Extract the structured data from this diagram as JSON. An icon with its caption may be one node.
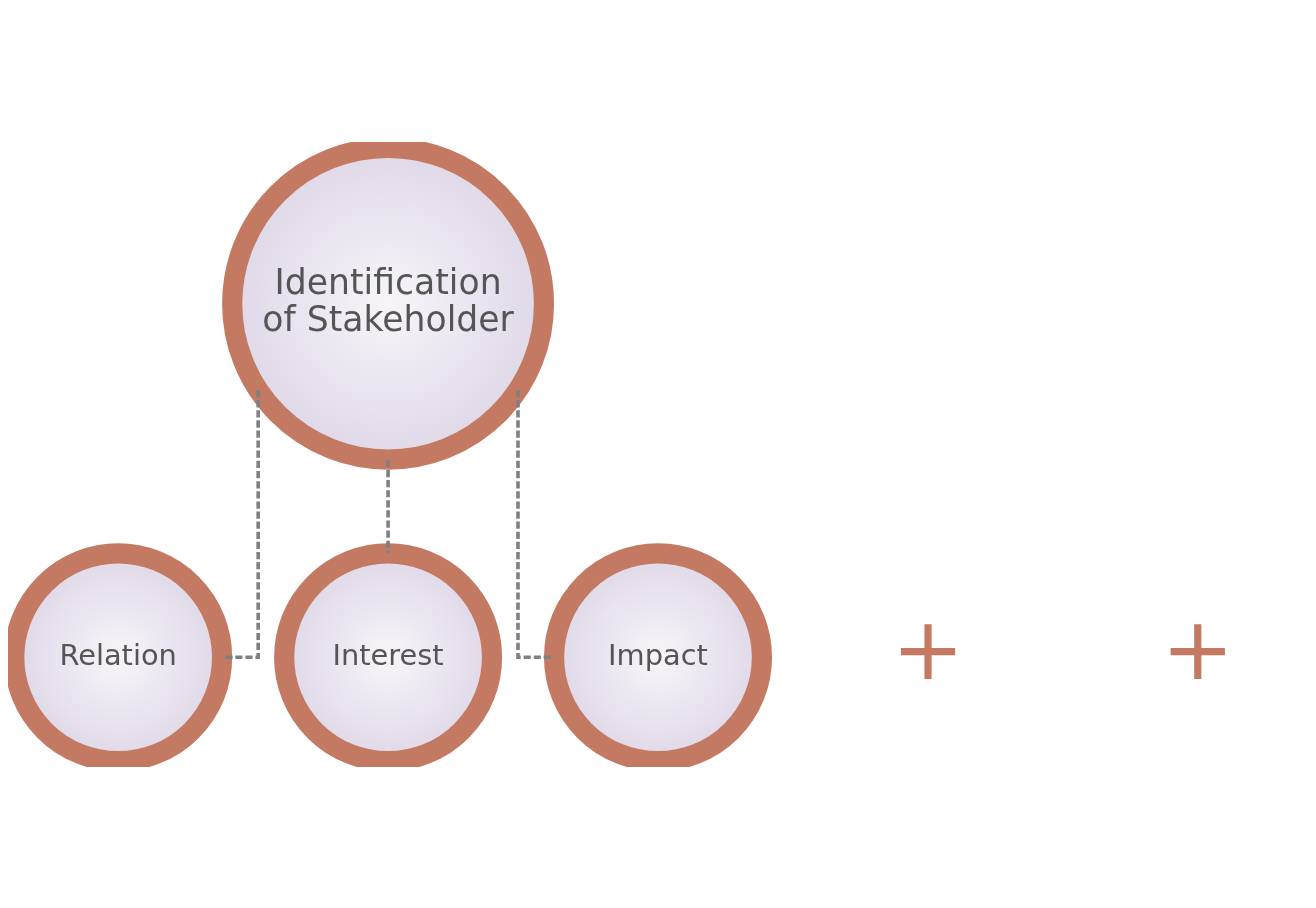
{
  "diagram": {
    "nodes": [
      {
        "text": [
          "Identification of Stakeholder"
        ]
      },
      {
        "text": [
          "Relation"
        ]
      },
      {
        "text": [
          "Interest"
        ]
      },
      {
        "text": [
          "Impact"
        ]
      }
    ],
    "edges": [
      {
        "from": 0,
        "to": 1,
        "arrow": "none",
        "style": "dashed"
      },
      {
        "from": 0,
        "to": 2,
        "arrow": "none",
        "style": "dashed"
      },
      {
        "from": 0,
        "to": 3,
        "arrow": "none",
        "style": "dashed"
      }
    ],
    "labels": [
      "+",
      "+"
    ]
  }
}
